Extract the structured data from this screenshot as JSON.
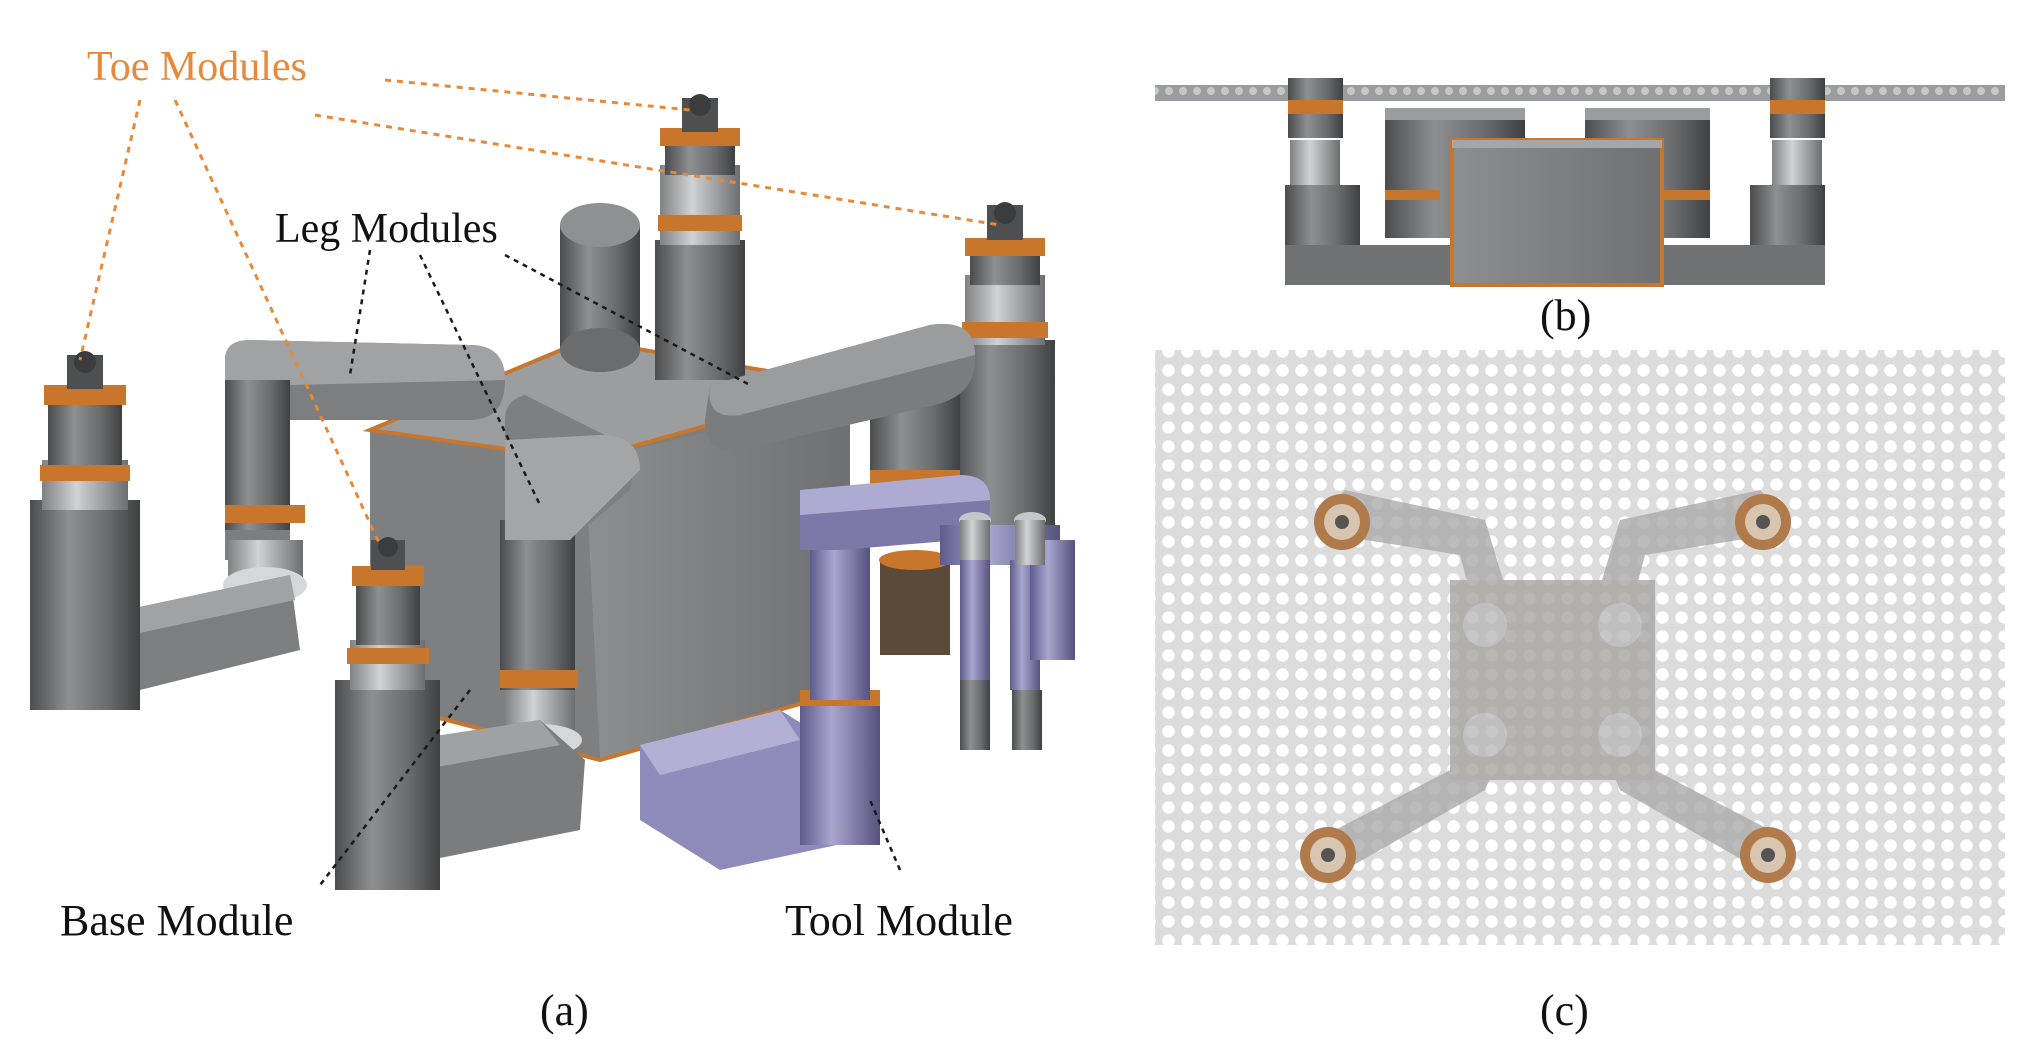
{
  "labels": {
    "toe_modules": "Toe Modules",
    "leg_modules": "Leg Modules",
    "base_module": "Base Module",
    "tool_module": "Tool Module"
  },
  "captions": {
    "a": "(a)",
    "b": "(b)",
    "c": "(c)"
  },
  "colors": {
    "toe_callout": "#e8893a",
    "metal_dark": "#5f6163",
    "metal_mid": "#8a8c8e",
    "metal_light": "#b9bbbd",
    "copper": "#c8762c",
    "tool_lavender": "#8b88b4",
    "grid_bg": "#dddddd",
    "grid_hole": "#ffffff"
  }
}
